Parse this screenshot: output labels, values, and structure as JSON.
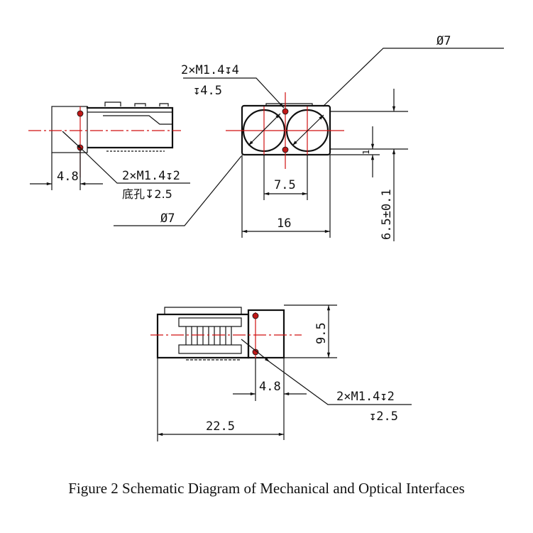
{
  "figure": {
    "caption": "Figure 2 Schematic Diagram of Mechanical and Optical Interfaces"
  },
  "colors": {
    "outline": "#111111",
    "centerline": "#d01010",
    "hole_marker": "#c01818",
    "background": "#ffffff"
  },
  "side_view_left": {
    "dim_hole_offset": "4.8",
    "callout_thread": "2×M1.4↧2",
    "callout_bottom_hole": "底孔↧2.5",
    "callout_diameter": "Ø7"
  },
  "front_view": {
    "callout_thread": "2×M1.4↧4",
    "callout_depth": "↧4.5",
    "callout_diameter": "Ø7",
    "dim_lens_spacing": "7.5",
    "dim_width": "16",
    "dim_height": "6.5±0.1",
    "dim_offset": "1"
  },
  "bottom_view": {
    "dim_height": "9.5",
    "dim_hole_offset": "4.8",
    "dim_length": "22.5",
    "callout_thread": "2×M1.4↧2",
    "callout_depth": "↧2.5"
  }
}
